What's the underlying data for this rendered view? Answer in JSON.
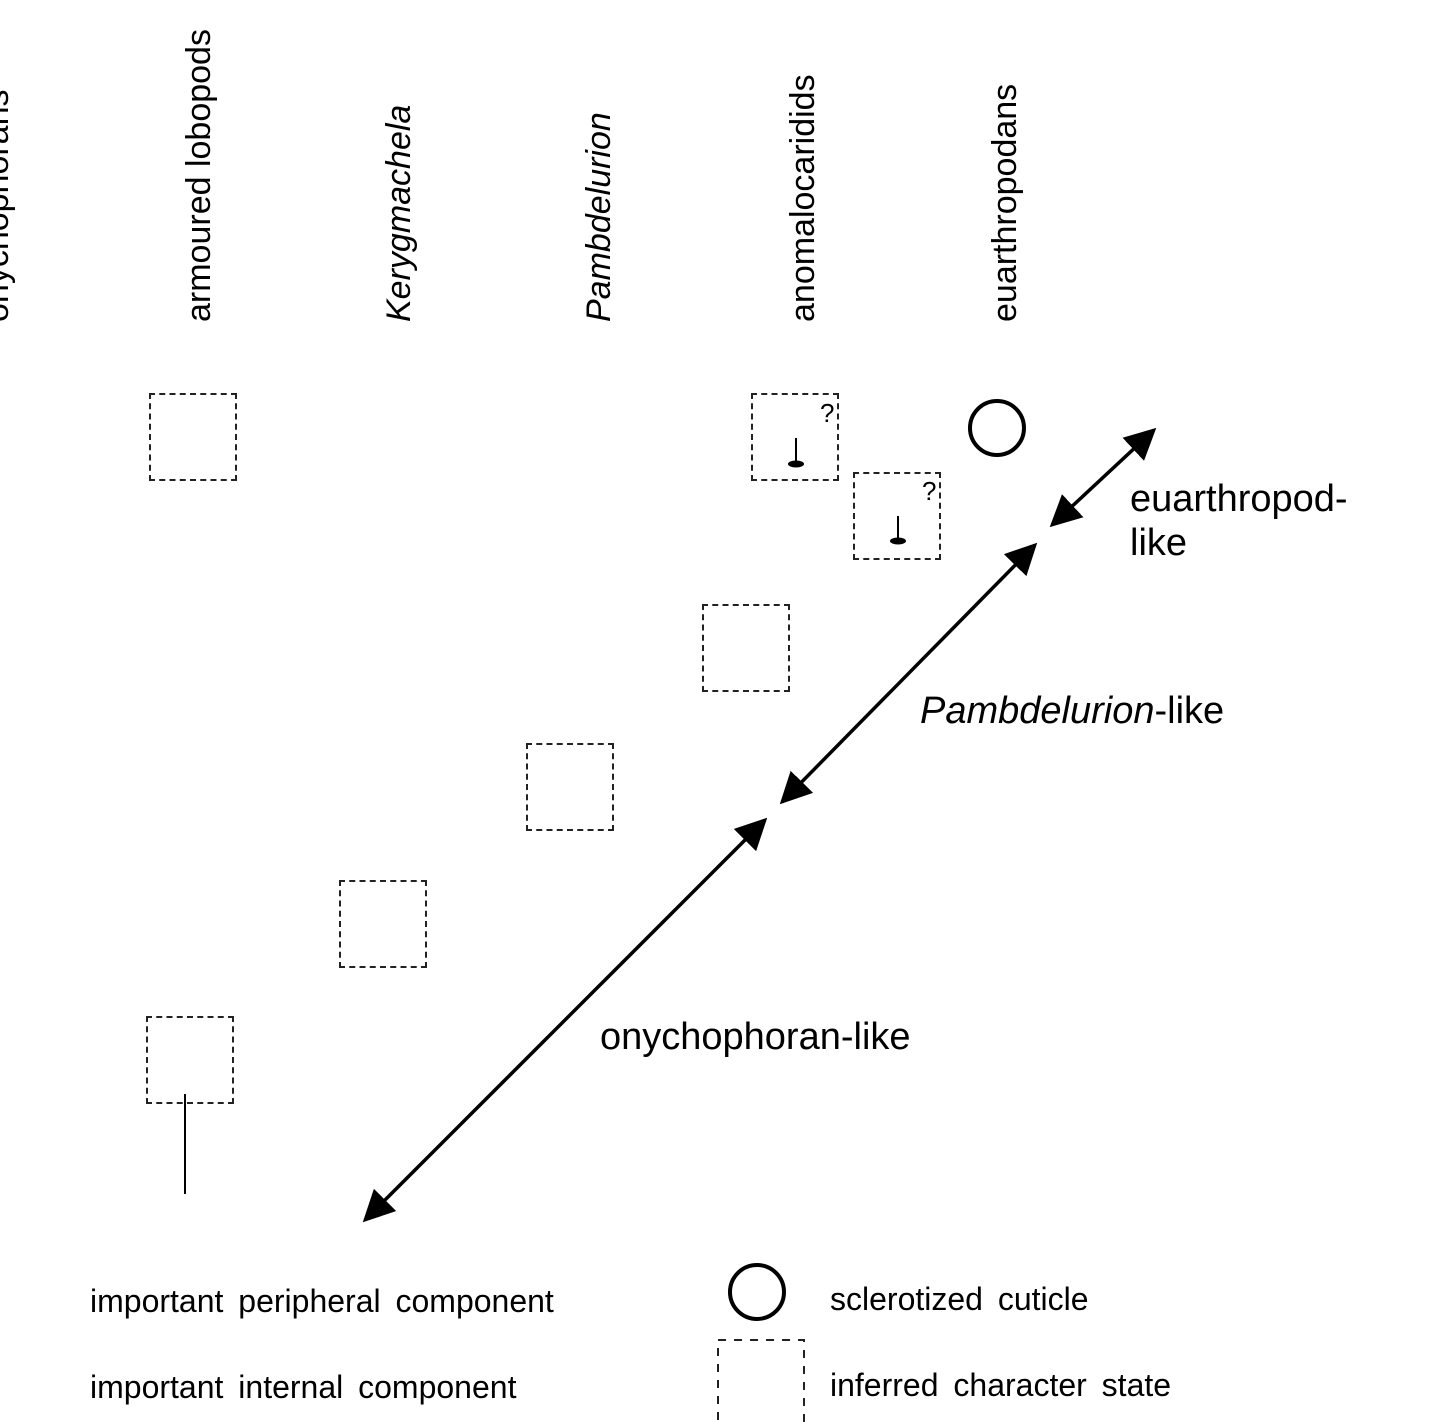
{
  "taxa": {
    "onychophorans": "onychophorans",
    "armoured_lobopods": "armoured lobopods",
    "kerygmachela": "Kerygmachela",
    "pambdelurion": "Pambdelurion",
    "anomalocaridids": "anomalocaridids",
    "euarthropodans": "euarthropodans"
  },
  "stages": {
    "euarthropod_line1": "euarthropod-",
    "euarthropod_line2": "like",
    "pambdelurion_italic": "Pambdelurion",
    "pambdelurion_suffix": "-like",
    "onychophoran": "onychophoran-like"
  },
  "uncertainty_mark": "?",
  "legend": {
    "peripheral": "important peripheral component",
    "internal": "important internal component",
    "sclerotized": "sclerotized cuticle",
    "inferred": "inferred character state"
  },
  "colors": {
    "ink": "#000000",
    "background": "#ffffff"
  }
}
